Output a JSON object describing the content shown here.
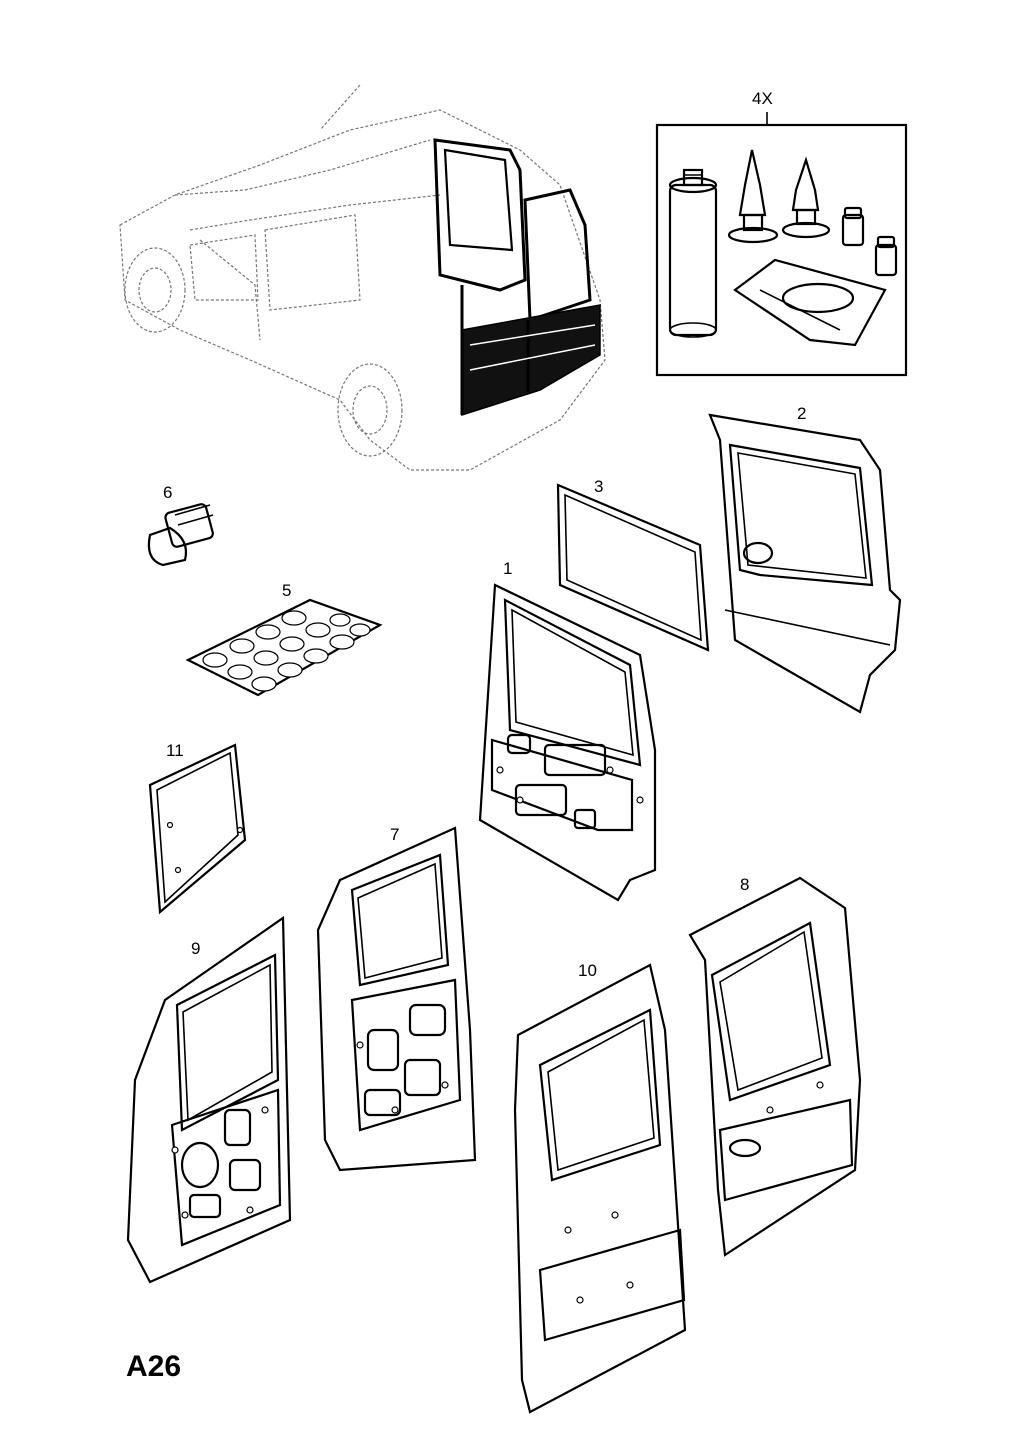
{
  "diagram": {
    "code": "A26",
    "callouts": [
      {
        "id": "kit",
        "label": "4X"
      },
      {
        "id": "p1",
        "label": "1"
      },
      {
        "id": "p2",
        "label": "2"
      },
      {
        "id": "p3",
        "label": "3"
      },
      {
        "id": "p5",
        "label": "5"
      },
      {
        "id": "p6",
        "label": "6"
      },
      {
        "id": "p7",
        "label": "7"
      },
      {
        "id": "p8",
        "label": "8"
      },
      {
        "id": "p9",
        "label": "9"
      },
      {
        "id": "p10",
        "label": "10"
      },
      {
        "id": "p11",
        "label": "11"
      }
    ]
  }
}
